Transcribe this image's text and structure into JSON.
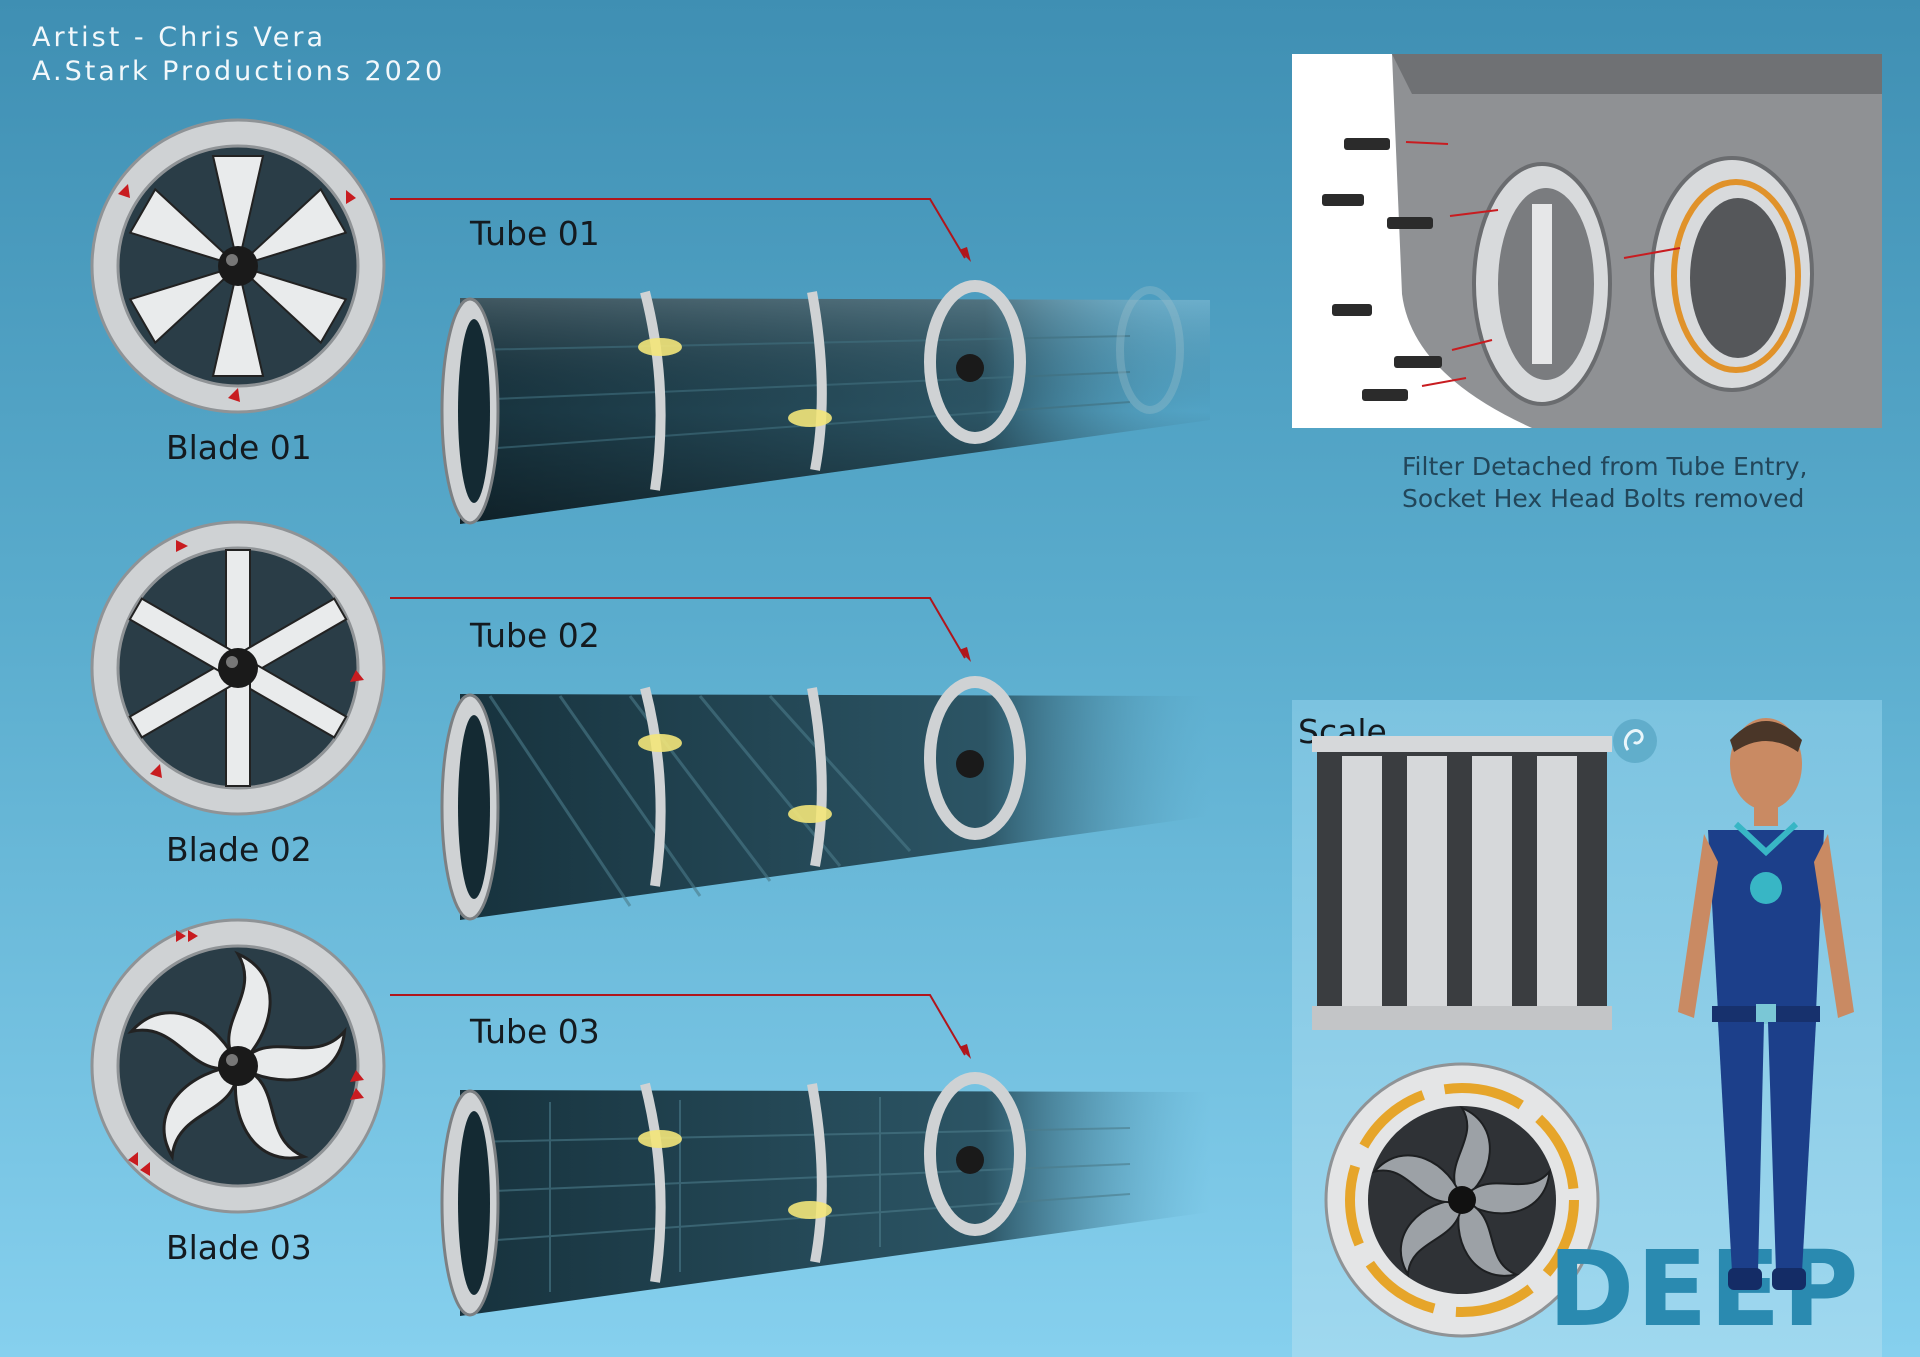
{
  "credits": {
    "artist": "Artist - Chris Vera",
    "studio": "A.Stark Productions 2020"
  },
  "blades": [
    {
      "label": "Blade 01"
    },
    {
      "label": "Blade 02"
    },
    {
      "label": "Blade 03"
    }
  ],
  "tubes": [
    {
      "label": "Tube 01"
    },
    {
      "label": "Tube 02"
    },
    {
      "label": "Tube 03"
    }
  ],
  "detail": {
    "caption_line1": "Filter Detached from Tube Entry,",
    "caption_line2": "Socket Hex Head Bolts removed"
  },
  "scale": {
    "label": "Scale",
    "logo_text": "DEEP"
  },
  "colors": {
    "background_top": "#3f8fb3",
    "background_bottom": "#86d0ee",
    "pointer_line": "#b0161c",
    "rim": "#d6d8da",
    "tube_body": "#1d3e4c",
    "light_glow": "#f3e57a",
    "suit": "#1c3f8a"
  },
  "icons": [
    "fan-blade-icon",
    "arrow-icon",
    "bolt-icon",
    "octopus-logo-icon"
  ]
}
